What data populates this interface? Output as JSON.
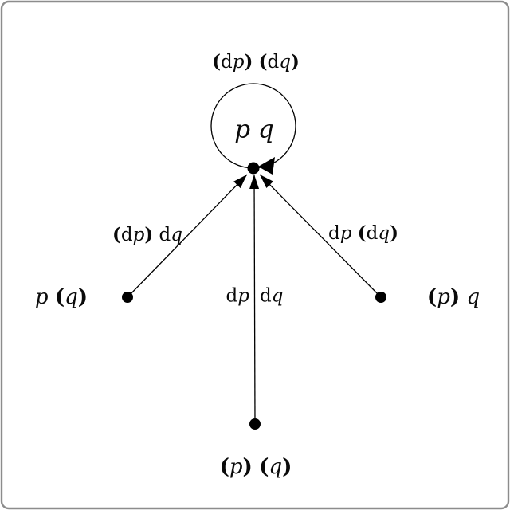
{
  "figure": {
    "background": "#ffffff",
    "border_color": "#8c8c8c",
    "ink_color": "#000000"
  },
  "states": {
    "pq": {
      "label": "p q"
    },
    "p_not_q": {
      "label": "p (q)"
    },
    "not_p_q": {
      "label": "(p) q"
    },
    "not_p_not_q": {
      "label": "(p) (q)"
    }
  },
  "transitions": {
    "self_loop": {
      "label": "(dp) (dq)"
    },
    "from_p_not_q": {
      "label": "(dp) dq"
    },
    "from_not_p_not_q": {
      "label_left": "dp",
      "label_right": "dq"
    },
    "from_not_p_q": {
      "label": "dp (dq)"
    }
  }
}
